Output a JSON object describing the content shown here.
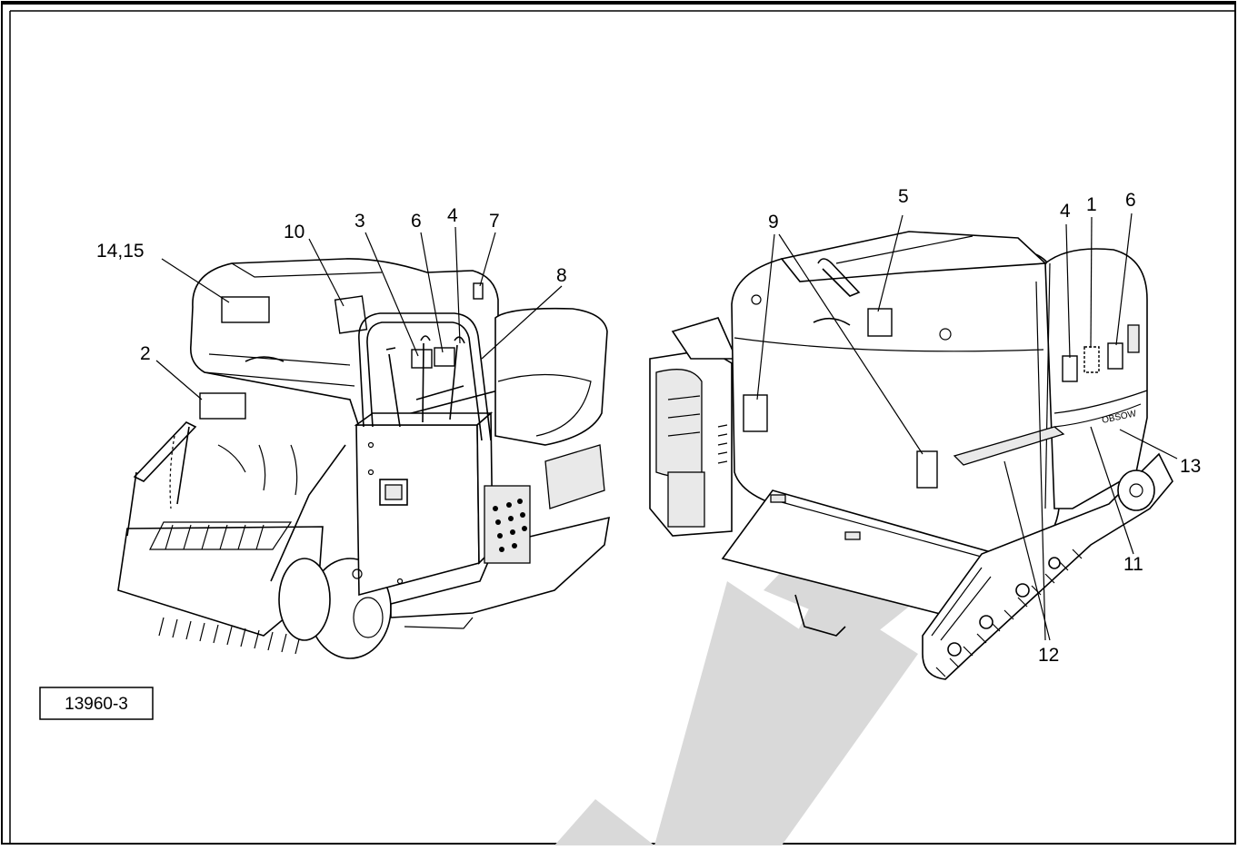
{
  "figure_id": "13960-3",
  "brand_text": "OBSOW",
  "left_machine": {
    "callouts": [
      "14,15",
      "10",
      "3",
      "6",
      "4",
      "7",
      "8",
      "2"
    ]
  },
  "right_machine": {
    "callouts": [
      "9",
      "5",
      "4",
      "1",
      "6",
      "13",
      "11",
      "12"
    ]
  }
}
